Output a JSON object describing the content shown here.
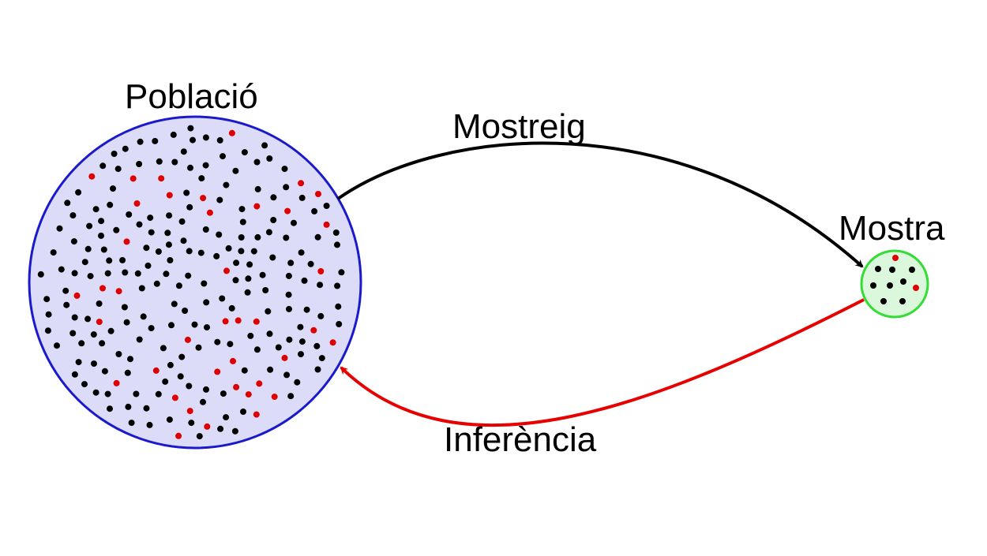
{
  "labels": {
    "population": "Població",
    "sampling": "Mostreig",
    "sample": "Mostra",
    "inference": "Inferència"
  },
  "colors": {
    "population_fill": "#dcdcf8",
    "population_border": "#1a1acc",
    "sample_fill": "#dcf8dc",
    "sample_border": "#33dd33",
    "sampling_arrow": "#000000",
    "inference_arrow": "#e60000",
    "dot_black": "#000000",
    "dot_red": "#dd0000"
  }
}
